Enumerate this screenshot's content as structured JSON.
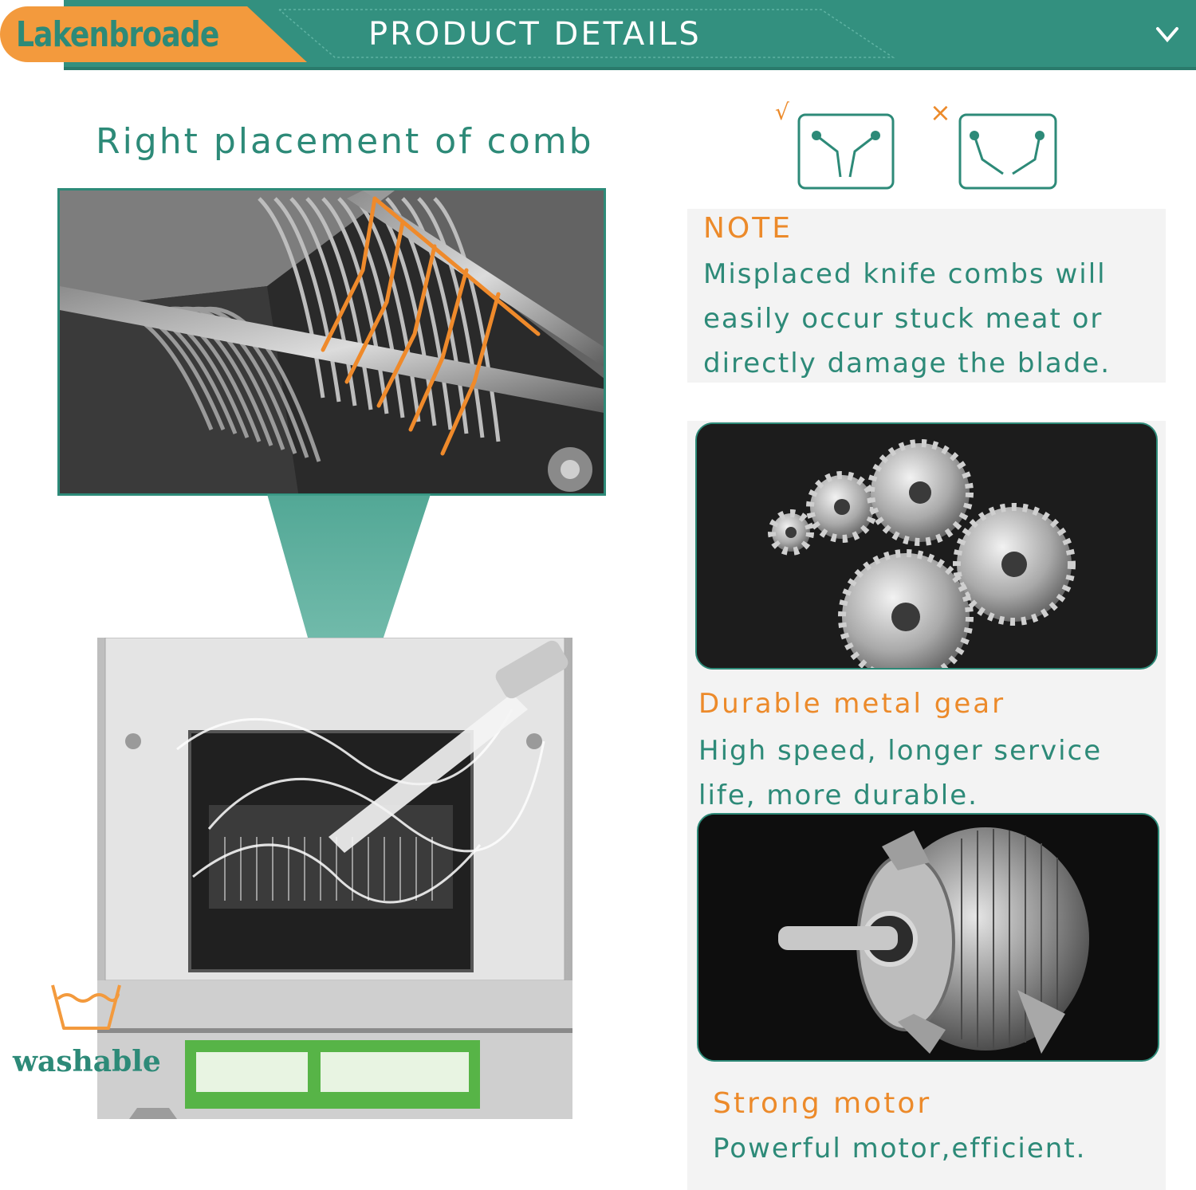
{
  "header": {
    "brand": "Lakenbroade",
    "title": "PRODUCT DETAILS",
    "expand_icon": "chevron-down-icon"
  },
  "comb_section": {
    "title": "Right placement of comb",
    "washable_label": "washable",
    "wash_icon": "wash-basin-icon"
  },
  "comb_compare": {
    "correct_mark": "√",
    "wrong_mark": "×"
  },
  "note": {
    "title": "NOTE",
    "lines": [
      "Misplaced knife combs will",
      "easily occur stuck meat or",
      "directly damage the blade."
    ]
  },
  "gear": {
    "title": "Durable metal gear",
    "lines": [
      "High speed, longer service",
      "life, more durable."
    ]
  },
  "motor": {
    "title": "Strong motor",
    "lines": [
      "Powerful motor,efficient."
    ]
  },
  "colors": {
    "teal": "#2d8a78",
    "header_teal": "#33907f",
    "orange": "#ec8a2a"
  }
}
